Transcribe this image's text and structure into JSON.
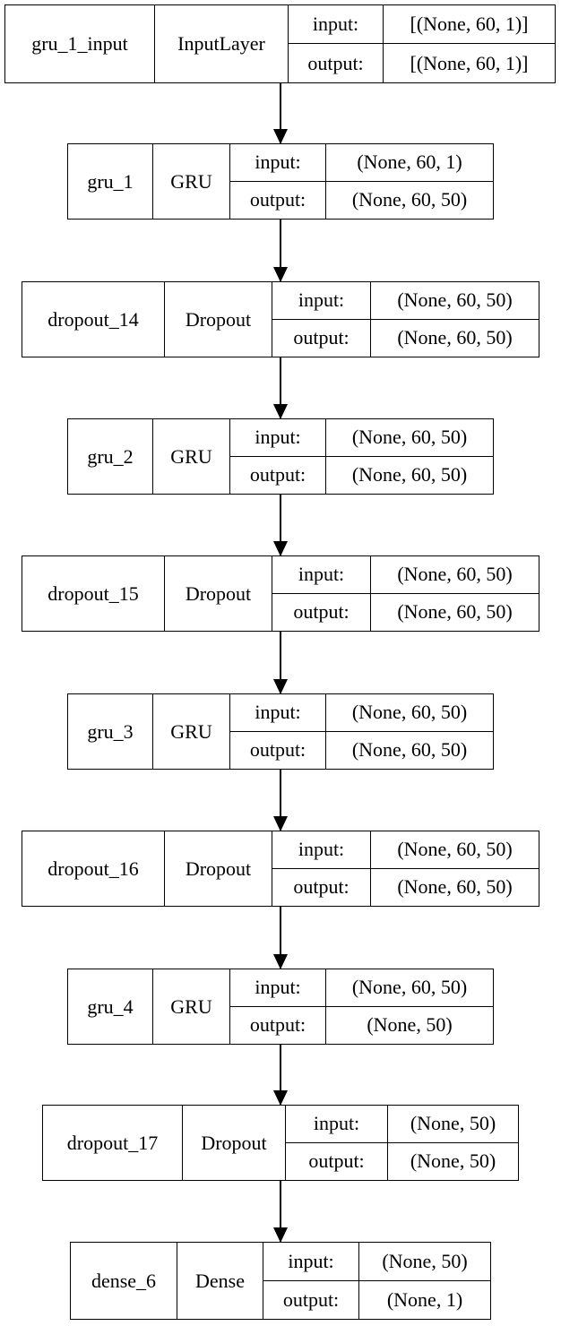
{
  "diagram": {
    "type": "keras-model-architecture",
    "background_color": "#ffffff",
    "line_color": "#000000",
    "text_color": "#000000",
    "io_labels": {
      "input": "input:",
      "output": "output:"
    },
    "nodes": [
      {
        "name": "gru_1_input",
        "layer_type": "InputLayer",
        "input_shape": "[(None, 60, 1)]",
        "output_shape": "[(None, 60, 1)]"
      },
      {
        "name": "gru_1",
        "layer_type": "GRU",
        "input_shape": "(None, 60, 1)",
        "output_shape": "(None, 60, 50)"
      },
      {
        "name": "dropout_14",
        "layer_type": "Dropout",
        "input_shape": "(None, 60, 50)",
        "output_shape": "(None, 60, 50)"
      },
      {
        "name": "gru_2",
        "layer_type": "GRU",
        "input_shape": "(None, 60, 50)",
        "output_shape": "(None, 60, 50)"
      },
      {
        "name": "dropout_15",
        "layer_type": "Dropout",
        "input_shape": "(None, 60, 50)",
        "output_shape": "(None, 60, 50)"
      },
      {
        "name": "gru_3",
        "layer_type": "GRU",
        "input_shape": "(None, 60, 50)",
        "output_shape": "(None, 60, 50)"
      },
      {
        "name": "dropout_16",
        "layer_type": "Dropout",
        "input_shape": "(None, 60, 50)",
        "output_shape": "(None, 60, 50)"
      },
      {
        "name": "gru_4",
        "layer_type": "GRU",
        "input_shape": "(None, 60, 50)",
        "output_shape": "(None, 50)"
      },
      {
        "name": "dropout_17",
        "layer_type": "Dropout",
        "input_shape": "(None, 50)",
        "output_shape": "(None, 50)"
      },
      {
        "name": "dense_6",
        "layer_type": "Dense",
        "input_shape": "(None, 50)",
        "output_shape": "(None, 1)"
      }
    ],
    "edges": [
      {
        "from": "gru_1_input",
        "to": "gru_1"
      },
      {
        "from": "gru_1",
        "to": "dropout_14"
      },
      {
        "from": "dropout_14",
        "to": "gru_2"
      },
      {
        "from": "gru_2",
        "to": "dropout_15"
      },
      {
        "from": "dropout_15",
        "to": "gru_3"
      },
      {
        "from": "gru_3",
        "to": "dropout_16"
      },
      {
        "from": "dropout_16",
        "to": "gru_4"
      },
      {
        "from": "gru_4",
        "to": "dropout_17"
      },
      {
        "from": "dropout_17",
        "to": "dense_6"
      }
    ]
  }
}
